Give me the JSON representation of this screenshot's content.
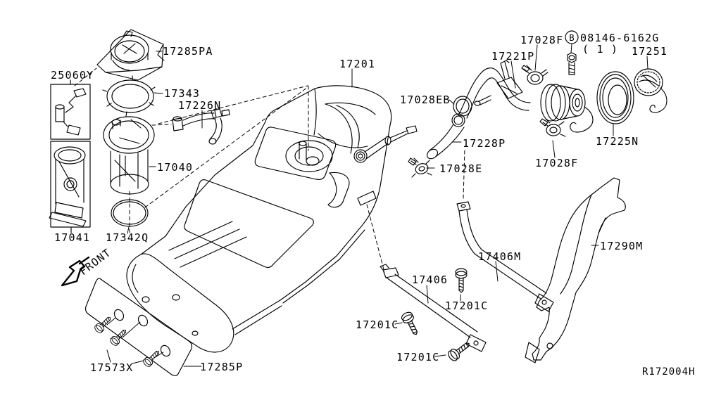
{
  "diagram": {
    "background": "#ffffff",
    "line_color": "#000000",
    "ref_code": "R172004H",
    "front_label": "FRONT",
    "bolt": {
      "circle_letter": "B",
      "part_number": "08146-6162G",
      "quantity": "( 1 )"
    },
    "parts": {
      "cap_plate_assembly": "17285PA",
      "fuel_gauge_sender": "25060Y",
      "lock_ring": "17343",
      "jumper_hose": "17226N",
      "fuel_pump_assembly": "17040",
      "fuel_pump_module": "17041",
      "o_ring": "17342Q",
      "fuel_tank": "17201",
      "clamp_eb": "17028EB",
      "filler_tube": "17221P",
      "clamp_f": "17028F",
      "filler_cap": "17251",
      "filler_gasket": "17225N",
      "filler_hose": "17228P",
      "clamp_e": "17028E",
      "strap_right": "17406M",
      "strap_left": "17406",
      "strap_screw": "17201C",
      "protector": "17290M",
      "plate_screws": "17573X",
      "skid_plate": "17285P"
    }
  }
}
